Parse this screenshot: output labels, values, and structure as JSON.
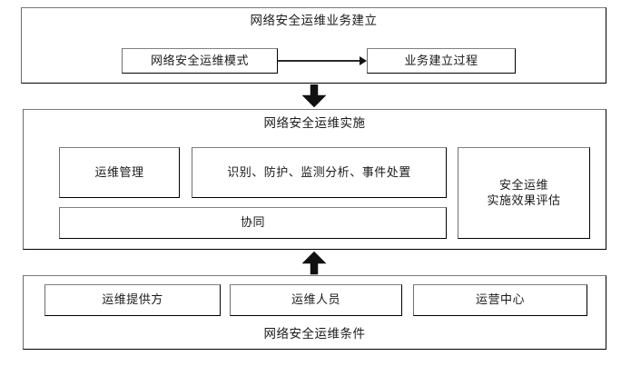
{
  "diagram": {
    "title_semantic": "network-security-operations-framework",
    "colors": {
      "stroke": "#000000",
      "highlight_edge": "#808080",
      "text": "#1a1a1a",
      "background": "#ffffff",
      "arrow_fill": "#111111"
    },
    "sections": [
      {
        "id": "business-establishment",
        "title": "网络安全运维业务建立",
        "boxes": [
          {
            "id": "operation-mode",
            "label": "网络安全运维模式"
          },
          {
            "id": "establishment-process",
            "label": "业务建立过程"
          }
        ],
        "connector": {
          "id": "mode-to-process-arrow",
          "type": "arrow-right",
          "from": "operation-mode",
          "to": "establishment-process"
        }
      },
      {
        "id": "implementation",
        "title": "网络安全运维实施",
        "boxes": [
          {
            "id": "operation-management",
            "label": "运维管理"
          },
          {
            "id": "identify-protect-monitor-respond",
            "label": "识别、防护、监测分析、事件处置"
          },
          {
            "id": "collaboration",
            "label": "协同"
          },
          {
            "id": "effectiveness-assessment",
            "label": "安全运维\n实施效果评估"
          }
        ]
      },
      {
        "id": "conditions",
        "title": "网络安全运维条件",
        "boxes": [
          {
            "id": "service-provider",
            "label": "运维提供方"
          },
          {
            "id": "personnel",
            "label": "运维人员"
          },
          {
            "id": "operations-center",
            "label": "运营中心"
          }
        ]
      }
    ],
    "flow_arrows": [
      {
        "id": "establishment-to-implementation",
        "type": "block-arrow-down"
      },
      {
        "id": "conditions-to-implementation",
        "type": "block-arrow-up"
      }
    ]
  }
}
